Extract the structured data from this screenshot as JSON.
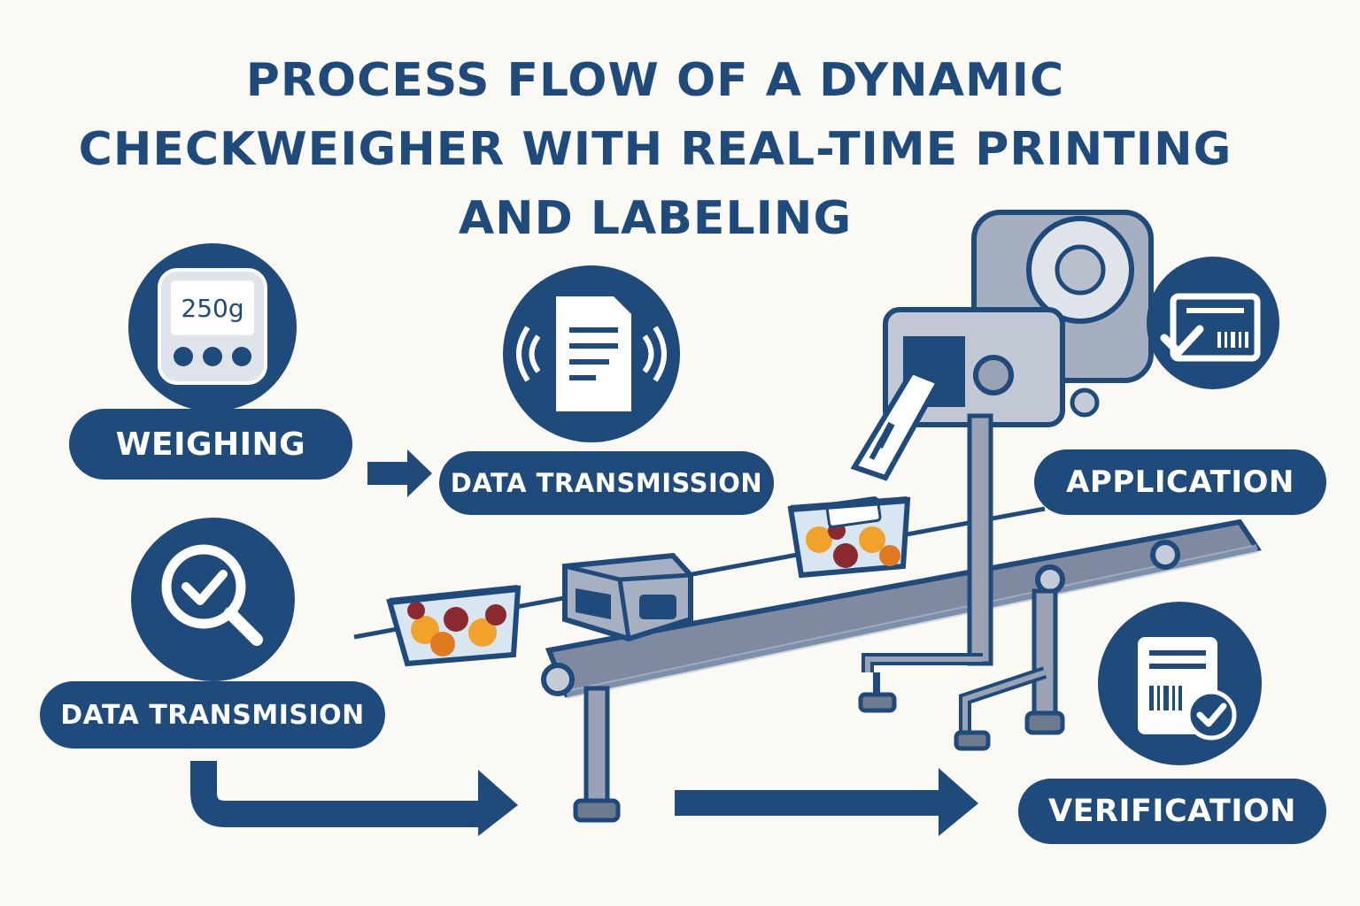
{
  "title": {
    "line1": "PROCESS FLOW OF A DYNAMIC",
    "line2": "CHECKWEIGHER WITH REAL-TIME PRINTING",
    "line3": "AND LABELING"
  },
  "steps": {
    "weighing": {
      "label": "WEIGHING",
      "display": "250g"
    },
    "data_transmission_top": {
      "label": "DATA TRANSMISSION"
    },
    "data_transmission_bottom": {
      "label": "DATA TRANSMISION"
    },
    "application": {
      "label": "APPLICATION"
    },
    "verification": {
      "label": "VERIFICATION"
    }
  },
  "colors": {
    "primary": "#1f4a7c",
    "background": "#fbf9f4",
    "machine_grey": "#8e98a8",
    "food_orange": "#f0a22a",
    "food_red": "#8a2a30"
  },
  "icons": [
    "scale-icon",
    "document-signal-icon",
    "magnifier-check-icon",
    "label-check-icon",
    "barcode-check-icon",
    "arrow-right-icon"
  ]
}
